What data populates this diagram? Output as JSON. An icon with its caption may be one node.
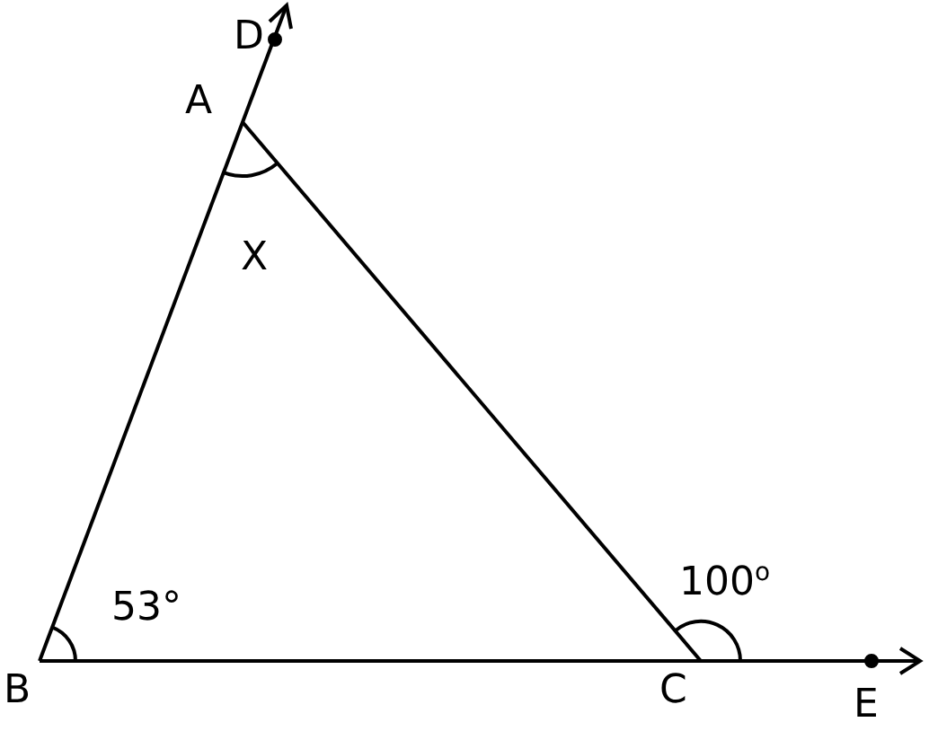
{
  "diagram": {
    "labels": [
      "D",
      "A",
      "X",
      "53°",
      "100$^{o}$",
      "B",
      "C",
      "E"
    ]
  }
}
